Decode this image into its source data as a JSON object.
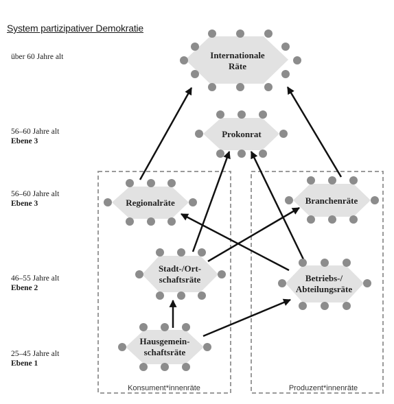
{
  "title": "System partizipativer Demokratie",
  "age_labels": [
    {
      "age": "über 60 Jahre alt",
      "level": ""
    },
    {
      "age": "56–60 Jahre alt",
      "level": "Ebene 3"
    },
    {
      "age": "56–60 Jahre alt",
      "level": "Ebene 3"
    },
    {
      "age": "46–55 Jahre alt",
      "level": "Ebene 2"
    },
    {
      "age": "25–45 Jahre alt",
      "level": "Ebene 1"
    }
  ],
  "nodes": {
    "international": {
      "line1": "Internationale",
      "line2": "Räte"
    },
    "prokonrat": {
      "line1": "Prokonrat",
      "line2": ""
    },
    "regional": {
      "line1": "Regionalräte",
      "line2": ""
    },
    "branchen": {
      "line1": "Branchenräte",
      "line2": ""
    },
    "stadt": {
      "line1": "Stadt-/Ort-",
      "line2": "schaftsräte"
    },
    "betriebs": {
      "line1": "Betriebs-/",
      "line2": "Abteilungsräte"
    },
    "haus": {
      "line1": "Hausgemein-",
      "line2": "schaftsräte"
    }
  },
  "groups": {
    "konsument": "Konsument*innenräte",
    "produzent": "Produzent*innenräte"
  },
  "colors": {
    "hex_fill": "#e2e2e2",
    "dot": "#8c8c8c",
    "arrow": "#111111",
    "dash": "#9a9a9a"
  }
}
